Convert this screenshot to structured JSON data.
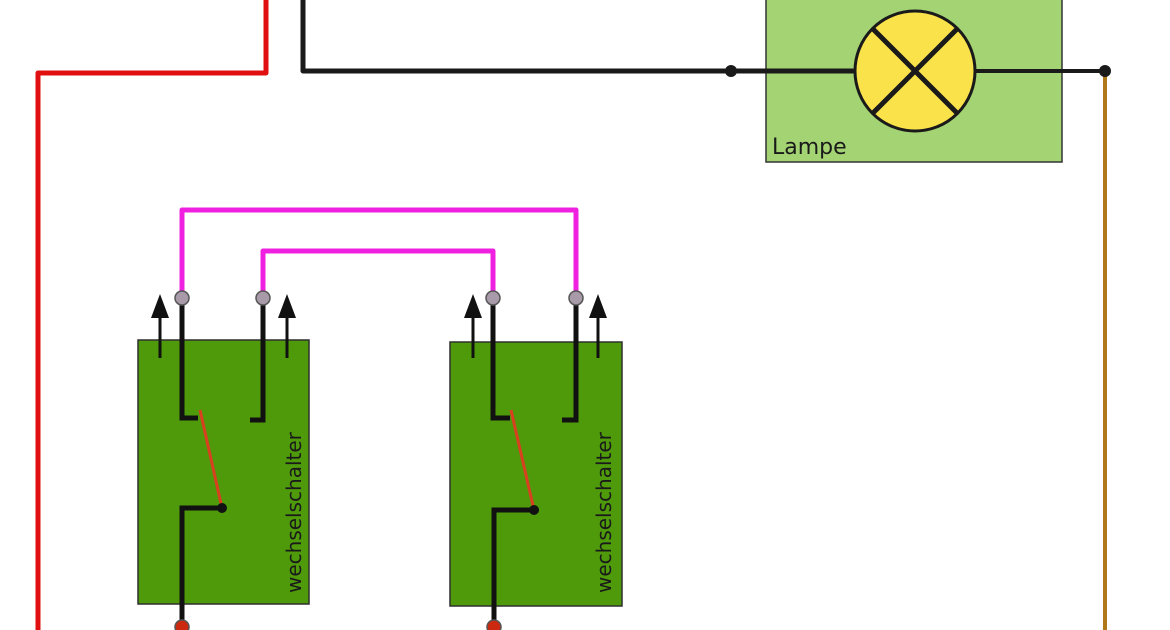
{
  "diagram": {
    "lamp": {
      "label": "Lampe"
    },
    "switches": [
      {
        "label": "wechselschalter"
      },
      {
        "label": "wechselschalter"
      }
    ]
  },
  "colors": {
    "background": "#ffffff",
    "phase_wire": "#e01010",
    "neutral_wire": "#1a1a1a",
    "traveler_wire": "#f020e0",
    "return_wire": "#b07818",
    "lamp_box": "#a4d373",
    "lamp_bulb": "#f9e24a",
    "switch_box": "#4f9a0b",
    "switch_lever": "#d84020",
    "terminal_top": "#a89aa8",
    "terminal_bottom": "#cc2a10"
  },
  "icons": {
    "lamp_symbol": "lamp-x-icon",
    "arrows": "arrow-up-icon",
    "terminals": "terminal-dot-icon"
  }
}
